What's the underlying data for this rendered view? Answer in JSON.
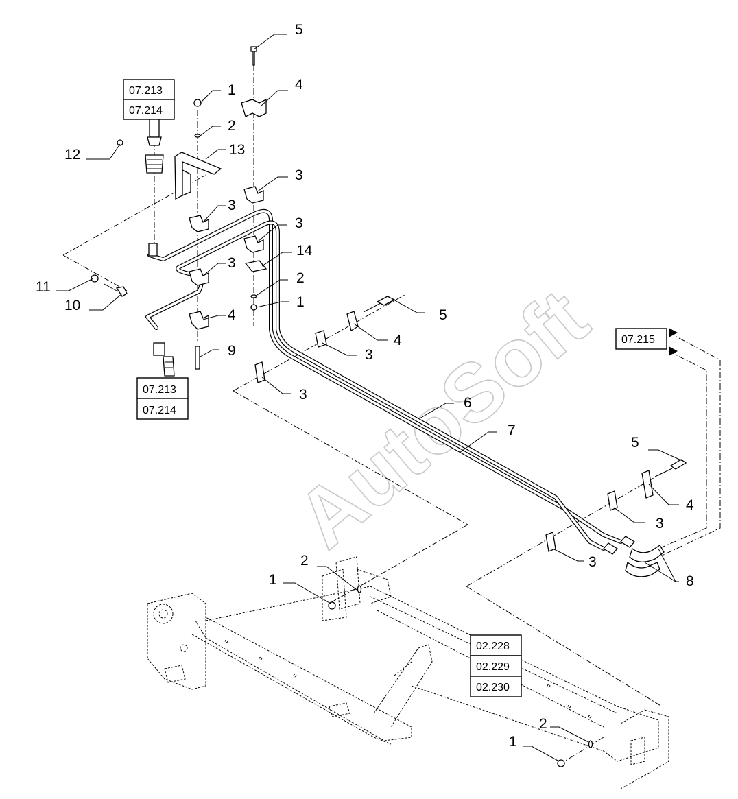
{
  "watermark": "AutoSoft",
  "callouts": {
    "c5_top": "5",
    "c1_top": "1",
    "c4_top": "4",
    "c2_top": "2",
    "c13": "13",
    "c12": "12",
    "c3_a": "3",
    "c3_b": "3",
    "c3_c": "3",
    "c14": "14",
    "c3_d": "3",
    "c2_mid": "2",
    "c11": "11",
    "c10": "10",
    "c4_mid": "4",
    "c1_mid": "1",
    "c5_mid": "5",
    "c4_clip": "4",
    "c3_e": "3",
    "c9": "9",
    "c3_f": "3",
    "c6": "6",
    "c7": "7",
    "c5_right": "5",
    "c4_right": "4",
    "c3_g": "3",
    "c3_h": "3",
    "c8": "8",
    "c2_frame": "2",
    "c1_frame": "1",
    "c2_bottom": "2",
    "c1_bottom": "1"
  },
  "references": {
    "ref_top": [
      "07.213",
      "07.214"
    ],
    "ref_left": [
      "07.213",
      "07.214"
    ],
    "ref_right": [
      "07.215"
    ],
    "ref_frame": [
      "02.228",
      "02.229",
      "02.230"
    ]
  }
}
